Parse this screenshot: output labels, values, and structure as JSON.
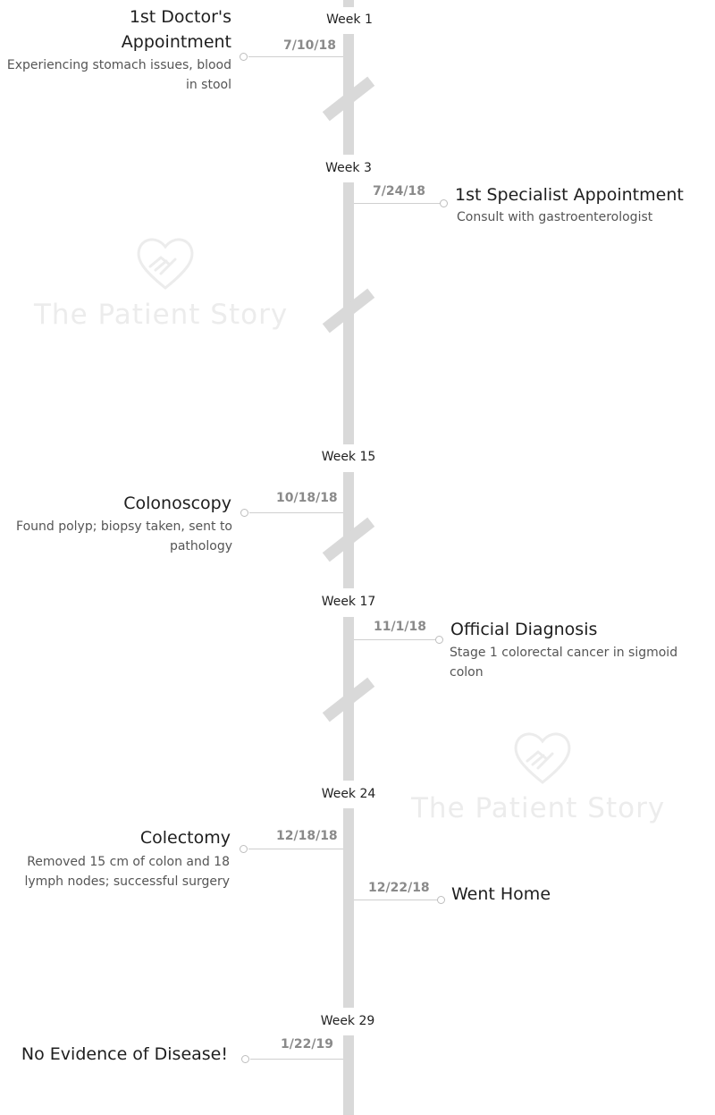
{
  "watermark": {
    "text": "The Patient Story"
  },
  "weeks": [
    "Week 1",
    "Week 3",
    "Week 15",
    "Week 17",
    "Week 24",
    "Week 29"
  ],
  "events": [
    {
      "title": "1st Doctor's Appointment",
      "date": "7/10/18",
      "desc": "Experiencing stomach issues, blood in stool",
      "side": "left"
    },
    {
      "title": "1st Specialist Appointment",
      "date": "7/24/18",
      "desc": "Consult with gastroenterologist",
      "side": "right"
    },
    {
      "title": "Colonoscopy",
      "date": "10/18/18",
      "desc": "Found polyp; biopsy taken, sent to pathology",
      "side": "left"
    },
    {
      "title": "Official Diagnosis",
      "date": "11/1/18",
      "desc": "Stage 1 colorectal cancer in sigmoid colon",
      "side": "right"
    },
    {
      "title": "Colectomy",
      "date": "12/18/18",
      "desc": "Removed 15 cm of colon and 18 lymph nodes; successful surgery",
      "side": "left"
    },
    {
      "title": "Went Home",
      "date": "12/22/18",
      "desc": "",
      "side": "right"
    },
    {
      "title": "No Evidence of Disease!",
      "date": "1/22/19",
      "desc": "",
      "side": "left"
    }
  ]
}
